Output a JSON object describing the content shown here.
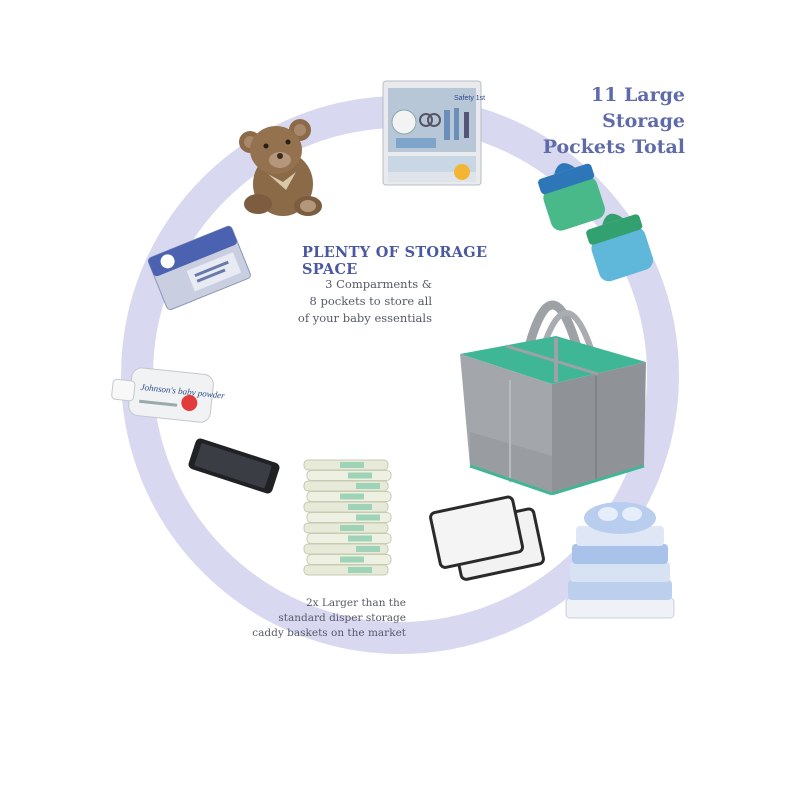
{
  "headline": {
    "line1": "11 Large Storage",
    "line2": "Pockets Total"
  },
  "feature_title": "PLENTY OF STORAGE SPACE",
  "feature_desc": [
    "3 Comparments &",
    "8 pockets to store all",
    "of your baby essentials"
  ],
  "size_note": [
    "2x Larger than the",
    "standard disper storage",
    "caddy baskets on the market"
  ],
  "product_labels": {
    "grooming_kit_brand": "Safety 1st",
    "powder_brand": "Johnson's baby powder"
  },
  "colors": {
    "ring": "#d9d8f1",
    "headline": "#5f6aa8",
    "feature_title": "#4a58a0",
    "caddy_felt": "#9ea2a6",
    "caddy_lining": "#3fb796"
  },
  "items": [
    "teddy-bear",
    "grooming-kit",
    "sippy-cups",
    "wipes-box",
    "powder-bottle",
    "smartphone",
    "diaper-stack",
    "changing-pads",
    "folded-clothes",
    "diaper-caddy"
  ]
}
